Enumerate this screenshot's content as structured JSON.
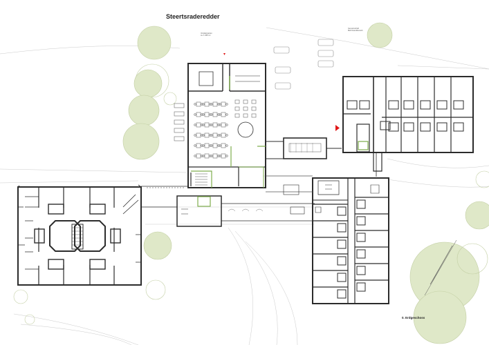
{
  "plan": {
    "street_name": "Steertsraderedder",
    "floor_label": "0. Erdgeschoss",
    "notes": {
      "courtyard_line1": "Vorplatzgarten",
      "courtyard_line2": "ca. 1.950 m²",
      "corner_line1": "Gemeinschaft",
      "corner_line2": "Mehrzweckbereich"
    }
  },
  "colors": {
    "wall": "#2b2b2b",
    "thin_line": "#9a9a9a",
    "tree_fill": "#dfe8c8",
    "tree_stroke": "#c3cfa4",
    "green_accent": "#7fae4e",
    "entrance_marker": "#e01818"
  },
  "legend_icons": {
    "north_arrow": "north-arrow-icon",
    "entrance": "entrance-marker-icon"
  }
}
